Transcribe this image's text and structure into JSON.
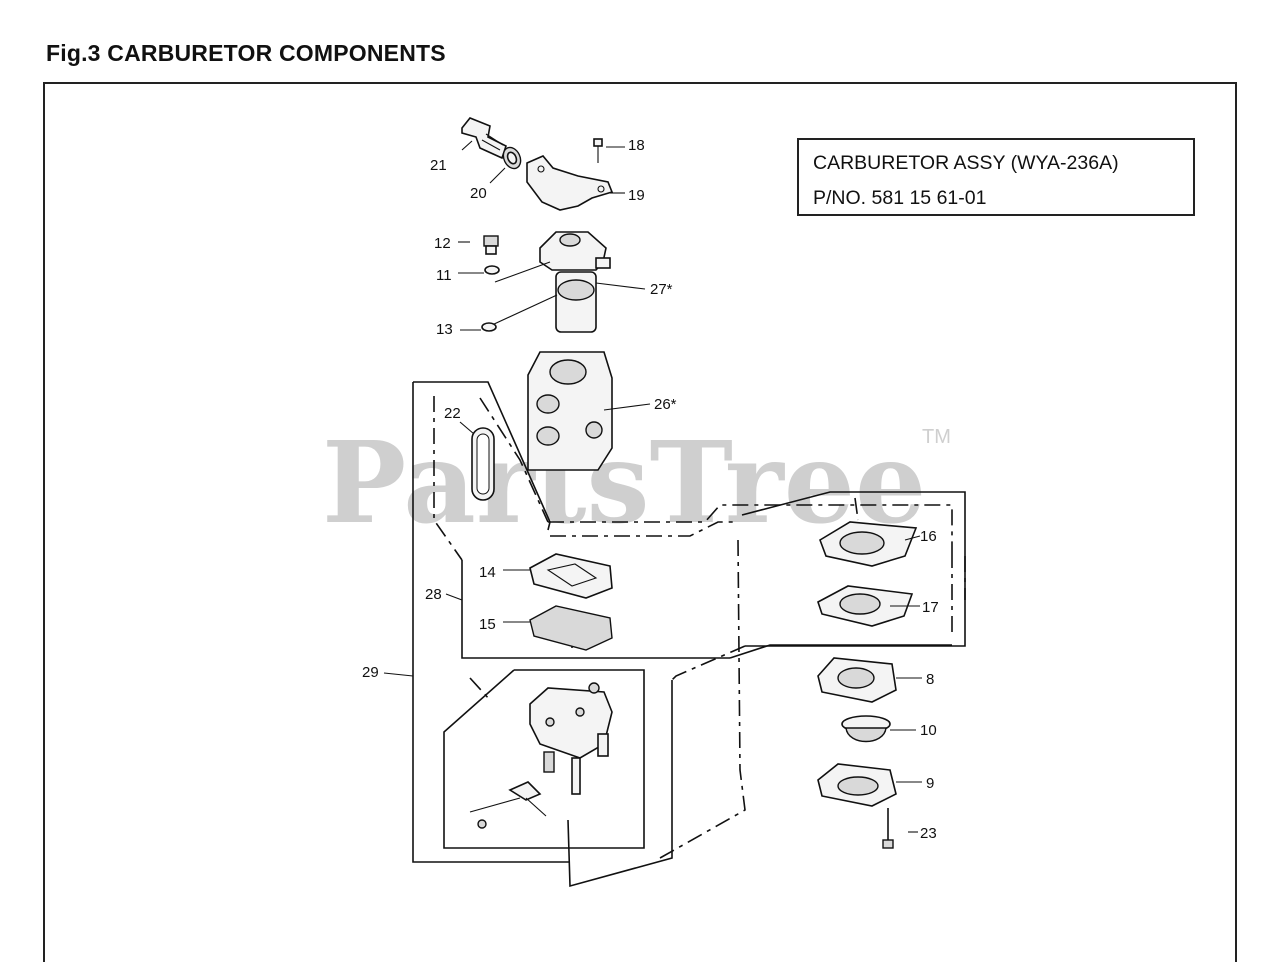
{
  "title": "Fig.3 CARBURETOR COMPONENTS",
  "assembly": {
    "line1": "CARBURETOR ASSY (WYA-236A)",
    "line2": "P/NO. 581 15 61-01"
  },
  "watermark": {
    "text": "PartsTree",
    "trademark": "TM"
  },
  "callouts": {
    "c21": "21",
    "c20": "20",
    "c18": "18",
    "c19": "19",
    "c12": "12",
    "c11": "11",
    "c27": "27*",
    "c13": "13",
    "c22": "22",
    "c26": "26*",
    "c16": "16",
    "c14": "14",
    "c28": "28",
    "c17": "17",
    "c15": "15",
    "c29": "29",
    "c8": "8",
    "c10": "10",
    "c9": "9",
    "c23": "23"
  }
}
